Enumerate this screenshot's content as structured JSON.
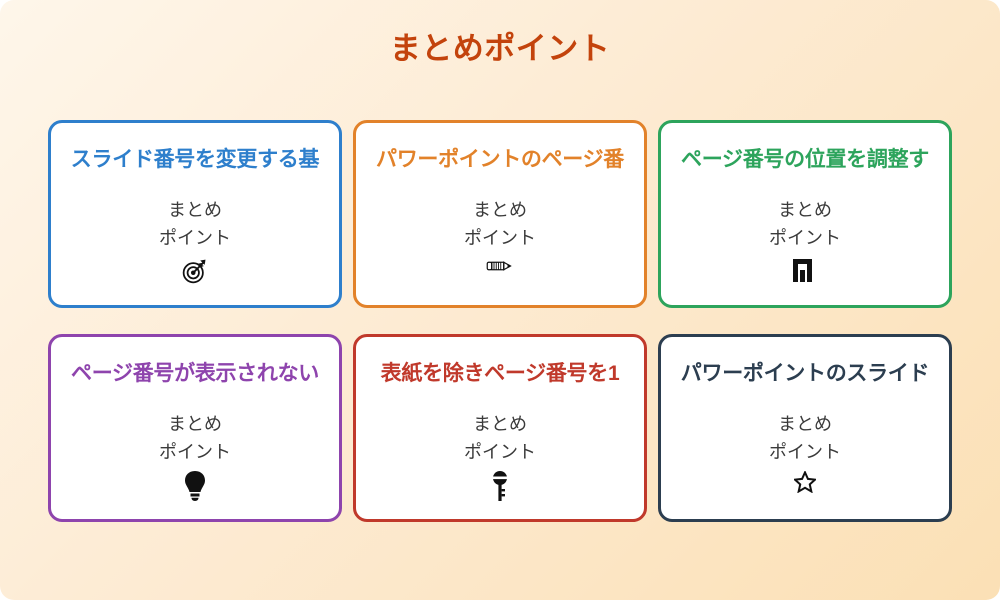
{
  "page": {
    "title": "まとめポイント",
    "title_color": "#C3430C",
    "background_from": "#FEF6EA",
    "background_to": "#FBE0B5"
  },
  "cards": [
    {
      "title": "スライド番号を変更する基",
      "body": "まとめ\nポイント",
      "icon": "dart-target-icon",
      "icon_glyph": "🎯",
      "color": "#2E7FCC"
    },
    {
      "title": "パワーポイントのページ番",
      "body": "まとめ\nポイント",
      "icon": "pencil-icon",
      "icon_glyph": "✏",
      "color": "#E2822A"
    },
    {
      "title": "ページ番号の位置を調整す",
      "body": "まとめ\nポイント",
      "icon": "bar-chart-icon",
      "icon_glyph": "📊",
      "color": "#2DA45C"
    },
    {
      "title": "ページ番号が表示されない",
      "body": "まとめ\nポイント",
      "icon": "lightbulb-icon",
      "icon_glyph": "💡",
      "color": "#8E44AD"
    },
    {
      "title": "表紙を除きページ番号を1",
      "body": "まとめ\nポイント",
      "icon": "key-icon",
      "icon_glyph": "🔑",
      "color": "#C0392B"
    },
    {
      "title": "パワーポイントのスライド",
      "body": "まとめ\nポイント",
      "icon": "star-icon",
      "icon_glyph": "☆",
      "color": "#2C3E50"
    }
  ]
}
